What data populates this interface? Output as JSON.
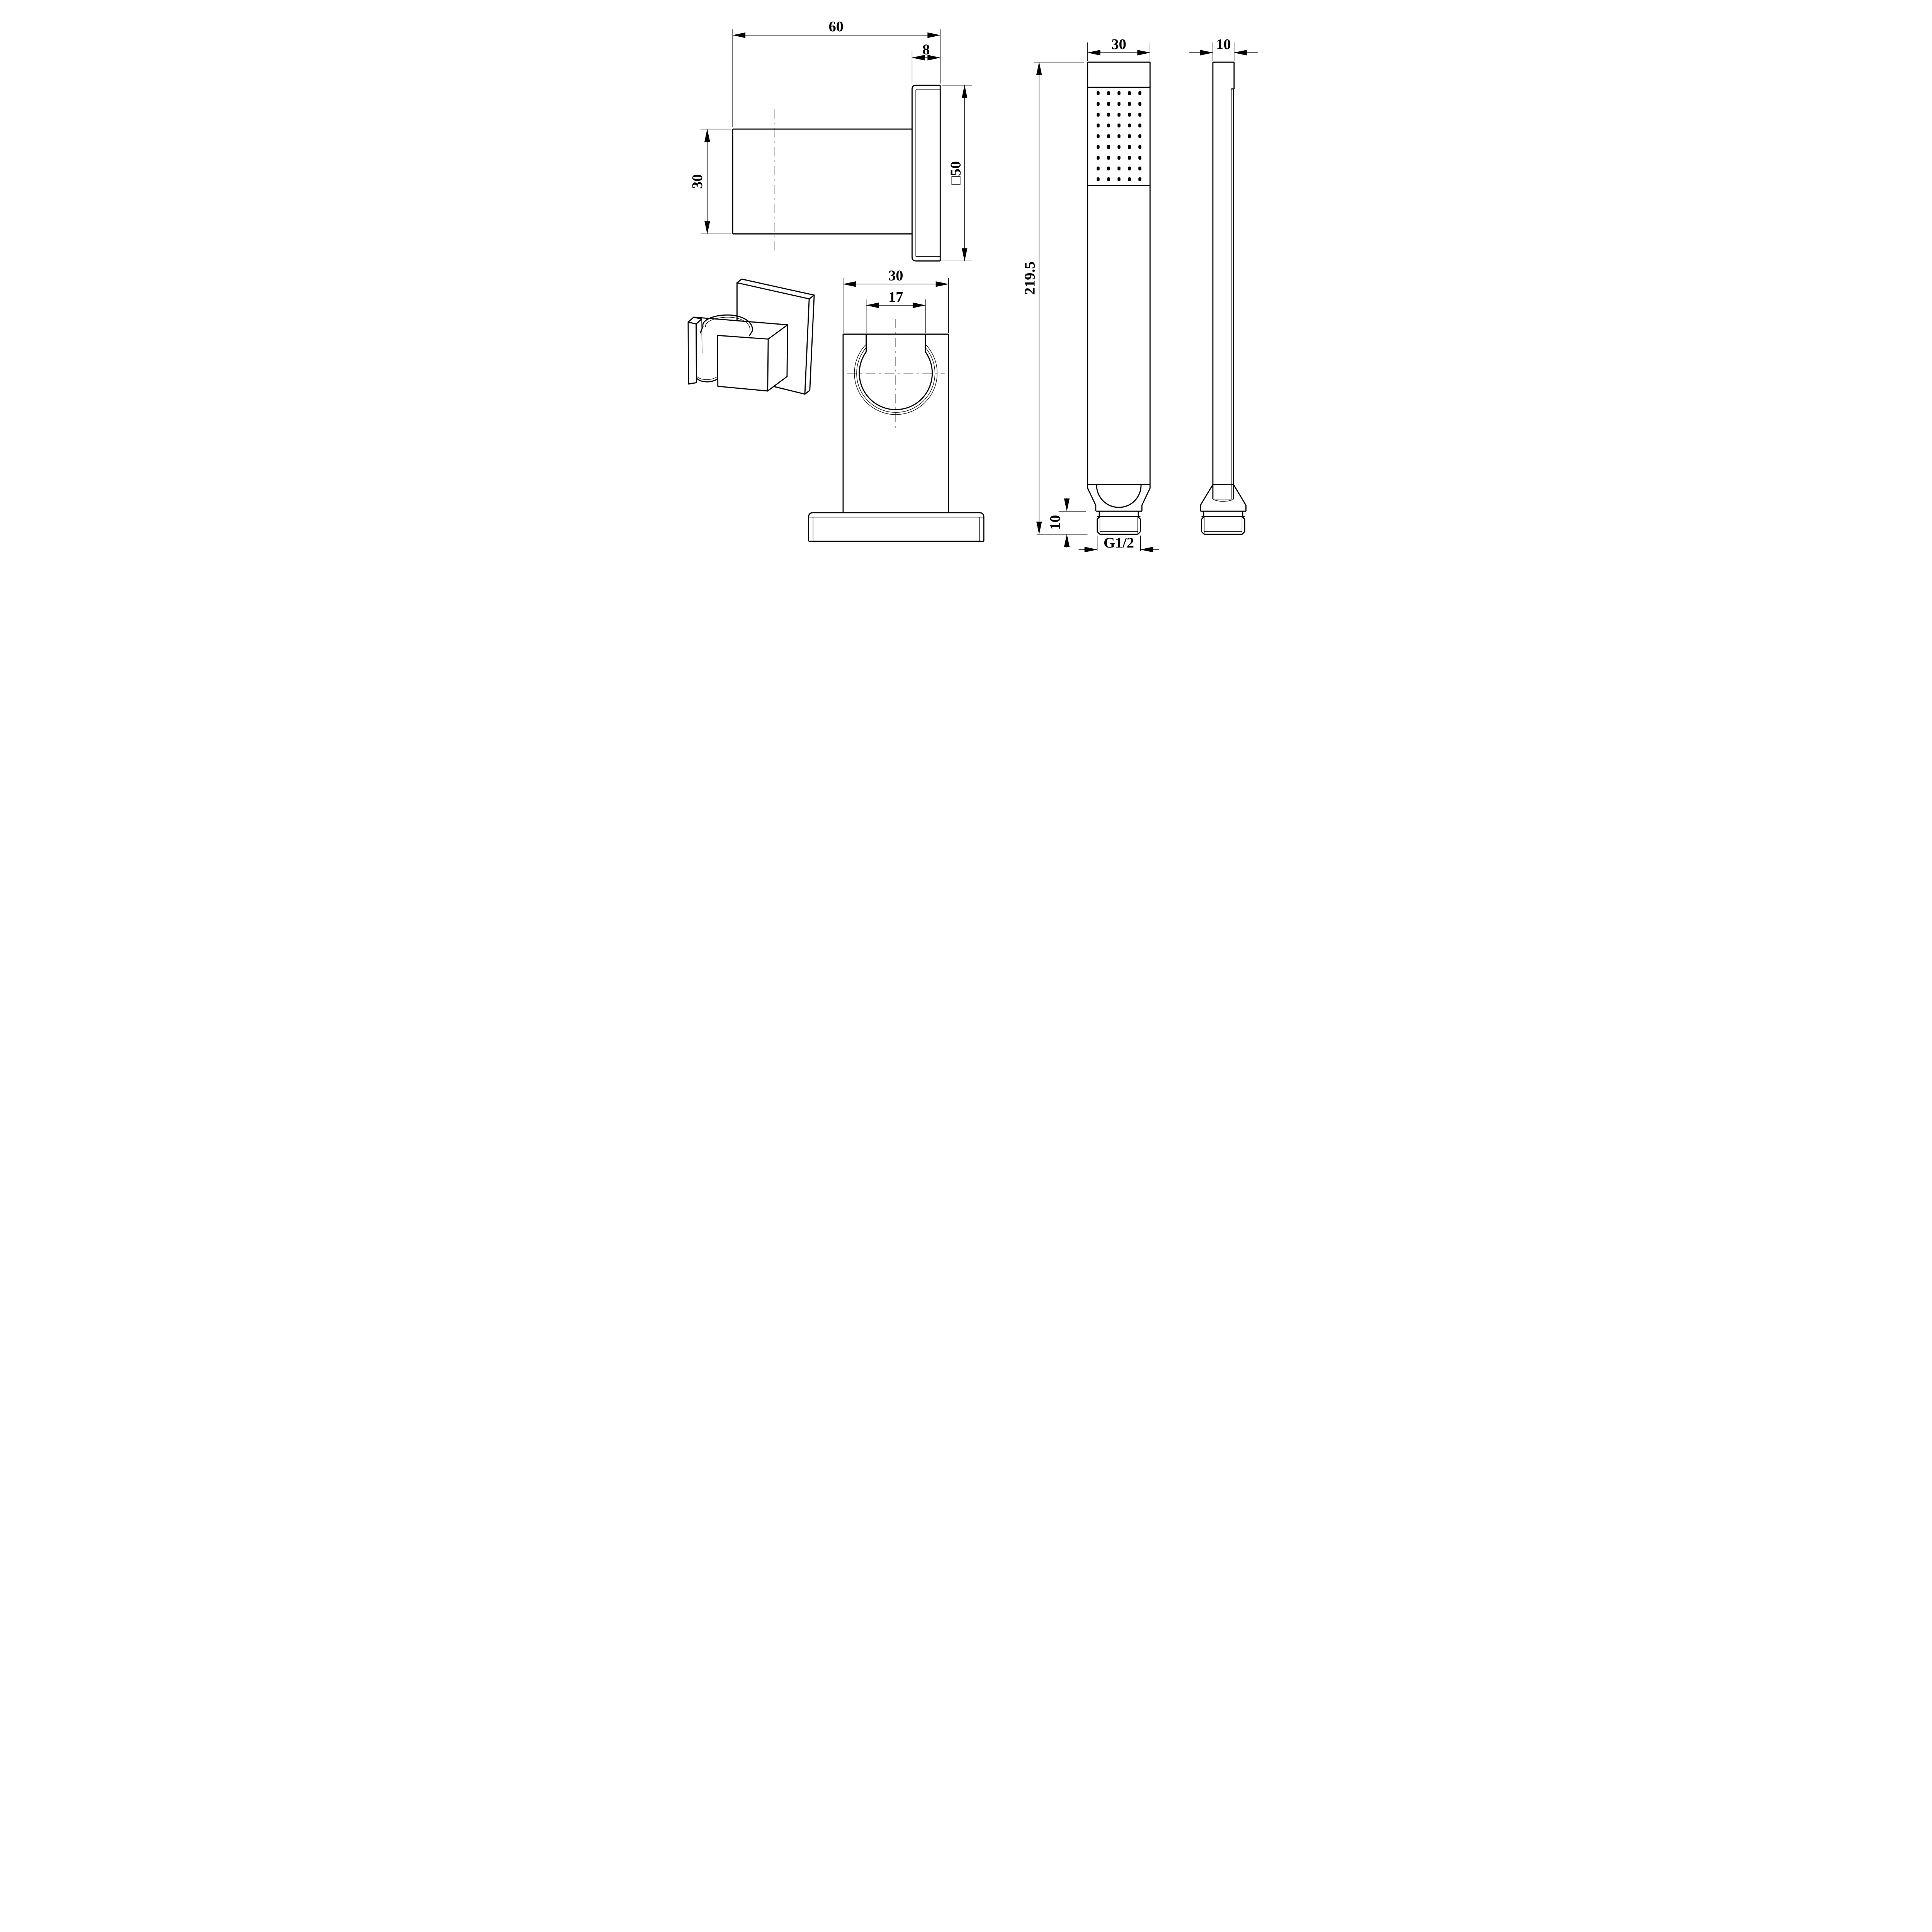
{
  "drawing": {
    "background_color": "#ffffff",
    "line_color": "#000000",
    "labels": {
      "bracket_width": "60",
      "bracket_plate_thickness": "8",
      "bracket_arm_height": "30",
      "bracket_plate_square": "□50",
      "holder_width": "30",
      "holder_slot_width": "17",
      "shower_head_width": "30",
      "shower_total_length": "219.5",
      "shower_thread_length": "10",
      "shower_thread_spec": "G1/2",
      "shower_side_thickness": "10"
    },
    "spray_face": {
      "nozzle_columns": 5,
      "nozzle_rows": 9
    }
  }
}
